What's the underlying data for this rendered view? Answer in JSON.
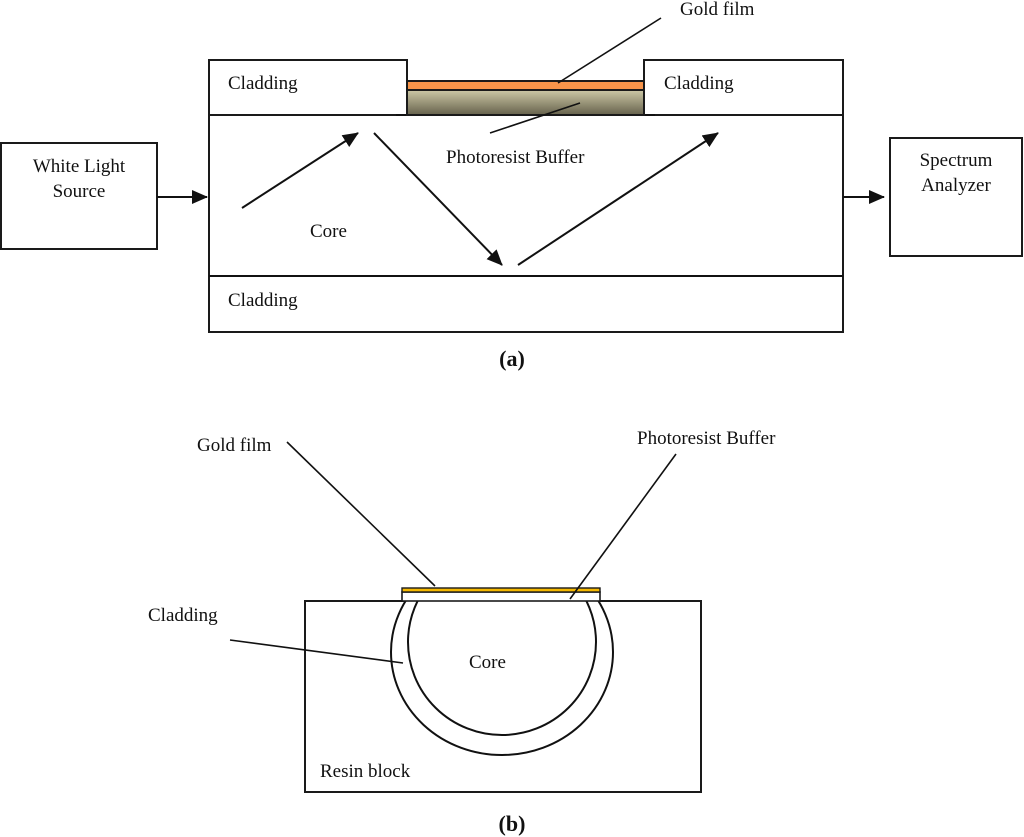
{
  "colors": {
    "gold_film_a": "#f7944a",
    "buffer_top": "#cdc8a6",
    "buffer_bottom": "#66624c",
    "gold_film_b": "#f5b800",
    "stroke": "#1a1a1a"
  },
  "panel_a": {
    "caption": "(a)",
    "source_box": {
      "line1": "White Light",
      "line2": "Source"
    },
    "analyzer_box": {
      "line1": "Spectrum",
      "line2": "Analyzer"
    },
    "labels": {
      "cladding_top_left": "Cladding",
      "cladding_top_right": "Cladding",
      "cladding_bottom": "Cladding",
      "core": "Core",
      "gold_film": "Gold film",
      "photoresist_buffer": "Photoresist Buffer"
    }
  },
  "panel_b": {
    "caption": "(b)",
    "labels": {
      "gold_film": "Gold film",
      "photoresist_buffer": "Photoresist Buffer",
      "cladding": "Cladding",
      "core": "Core",
      "resin_block": "Resin block"
    }
  }
}
